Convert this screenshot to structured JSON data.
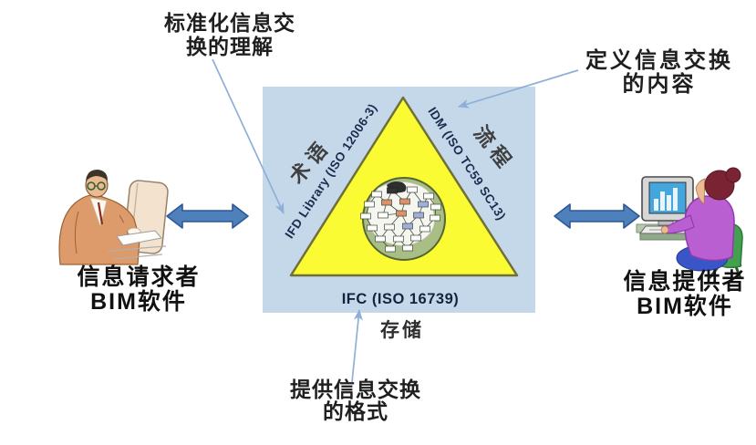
{
  "colors": {
    "square_bg": "#C5D8E9",
    "triangle_fill": "#FBFB33",
    "triangle_stroke": "#6F6F3A",
    "circle_fill": "#A9BE86",
    "circle_stroke": "#55652F",
    "double_arrow_fill": "#4E80BC",
    "double_arrow_stroke": "#2D5893",
    "leader": "#8FB0D6",
    "standard_label": "#1B2B4E",
    "term_color": "#3F3F3F",
    "text": "#1F1F1F"
  },
  "callouts": {
    "top_left": {
      "line1": "标准化信息交",
      "line2": "换的理解"
    },
    "top_right": {
      "line1": "定义信息交换",
      "line2": "的内容"
    },
    "bottom": {
      "line1": "提供信息交换",
      "line2": "的格式"
    }
  },
  "actors": {
    "left": {
      "line1": "信息请求者",
      "line2": "BIM软件"
    },
    "right": {
      "line1": "信息提供者",
      "line2": "BIM软件"
    }
  },
  "triangle": {
    "left_edge_standard": "IFD Library (ISO 12006-3)",
    "left_edge_term": "术语",
    "right_edge_standard": "IDM (ISO TC59 SC13)",
    "right_edge_term": "流程",
    "bottom_standard": "IFC (ISO 16739)",
    "bottom_term": "存储"
  },
  "icons": {
    "left_clipart": "person-at-computer",
    "right_clipart": "person-at-workstation",
    "exchange_arrows": "double-headed-arrow",
    "center_illustration": "schema-network-in-circle"
  }
}
